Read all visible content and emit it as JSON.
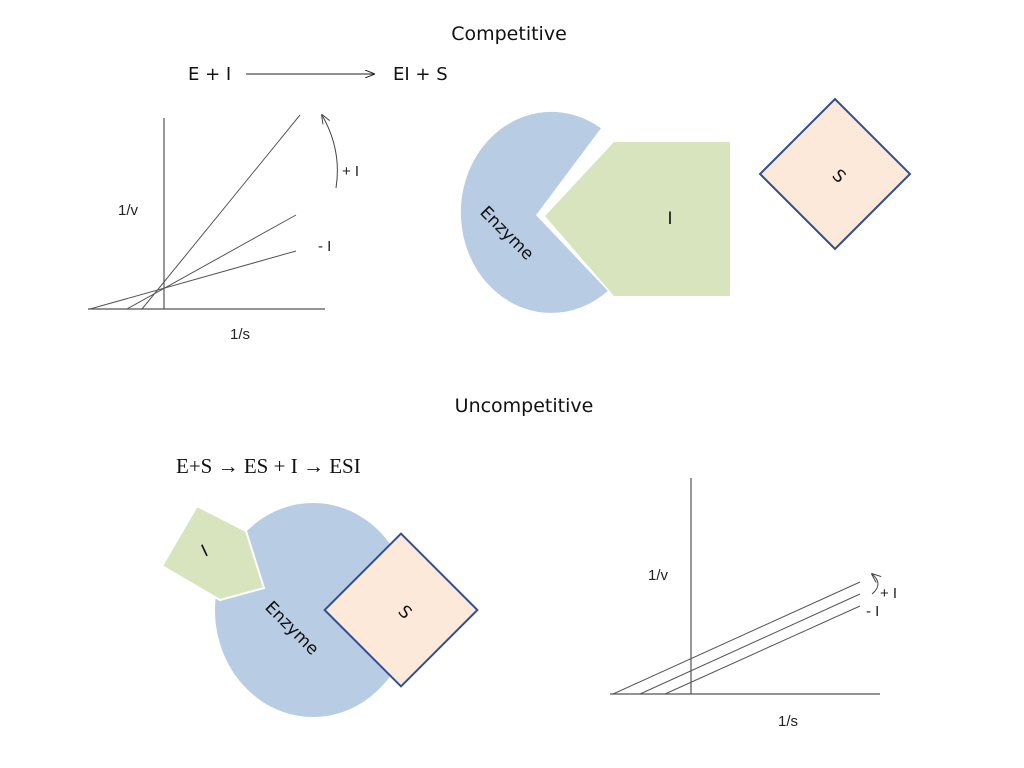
{
  "competitive": {
    "title": "Competitive",
    "equation": {
      "left": "E + I",
      "right": "EI + S"
    },
    "plot": {
      "y_label": "1/v",
      "x_label": "1/s",
      "plus_label": "+ I",
      "minus_label": "- I"
    },
    "enzyme_label": "Enzyme",
    "inhibitor_label": "I",
    "substrate_label": "S"
  },
  "uncompetitive": {
    "title": "Uncompetitive",
    "equation": "E+S → ES + I → ESI",
    "inhibitor_label": "I",
    "enzyme_label": "Enzyme",
    "substrate_label": "S",
    "plot": {
      "y_label": "1/v",
      "x_label": "1/s",
      "plus_label": "+ I",
      "minus_label": "- I"
    }
  },
  "colors": {
    "enzyme_fill": "#b8cce4",
    "inhibitor_fill": "#d7e4bd",
    "substrate_fill": "#fde9d9",
    "substrate_stroke": "#2f4f8f",
    "axis_stroke": "#555555"
  }
}
